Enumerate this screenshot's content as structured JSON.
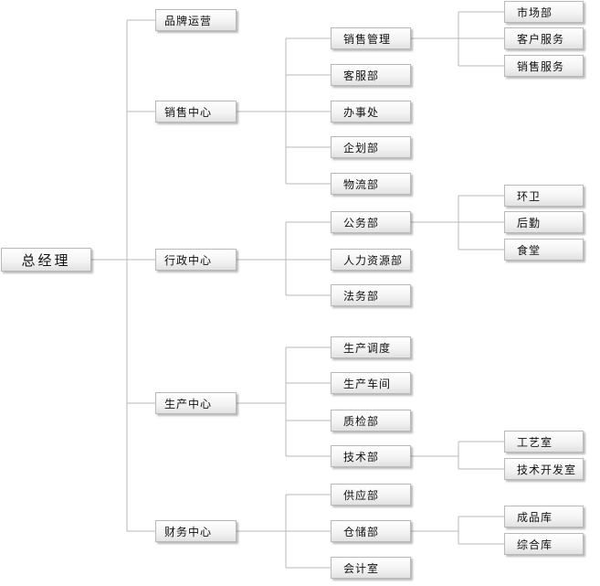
{
  "root": {
    "label": "总经理"
  },
  "level1": [
    {
      "id": "brand",
      "label": "品牌运营"
    },
    {
      "id": "sales",
      "label": "销售中心"
    },
    {
      "id": "admin",
      "label": "行政中心"
    },
    {
      "id": "production",
      "label": "生产中心"
    },
    {
      "id": "finance",
      "label": "财务中心"
    }
  ],
  "level2": [
    {
      "id": "sales_mgmt",
      "label": "销售管理",
      "parent": "sales"
    },
    {
      "id": "customer_svc",
      "label": "客服部",
      "parent": "sales"
    },
    {
      "id": "office",
      "label": "办事处",
      "parent": "sales"
    },
    {
      "id": "planning",
      "label": "企划部",
      "parent": "sales"
    },
    {
      "id": "logistics",
      "label": "物流部",
      "parent": "sales"
    },
    {
      "id": "general_affairs",
      "label": "公务部",
      "parent": "admin"
    },
    {
      "id": "hr",
      "label": "人力资源部",
      "parent": "admin"
    },
    {
      "id": "legal",
      "label": "法务部",
      "parent": "admin"
    },
    {
      "id": "scheduling",
      "label": "生产调度",
      "parent": "production"
    },
    {
      "id": "workshop",
      "label": "生产车间",
      "parent": "production"
    },
    {
      "id": "qc",
      "label": "质检部",
      "parent": "production"
    },
    {
      "id": "tech",
      "label": "技术部",
      "parent": "production"
    },
    {
      "id": "supply",
      "label": "供应部",
      "parent": "finance"
    },
    {
      "id": "warehouse",
      "label": "仓储部",
      "parent": "finance"
    },
    {
      "id": "accounting",
      "label": "会计室",
      "parent": "finance"
    }
  ],
  "level3": [
    {
      "id": "marketing",
      "label": "市场部",
      "parent": "sales_mgmt"
    },
    {
      "id": "cust_service",
      "label": "客户服务",
      "parent": "sales_mgmt"
    },
    {
      "id": "sales_service",
      "label": "销售服务",
      "parent": "sales_mgmt"
    },
    {
      "id": "sanitation",
      "label": "环卫",
      "parent": "general_affairs"
    },
    {
      "id": "logistics_support",
      "label": "后勤",
      "parent": "general_affairs"
    },
    {
      "id": "canteen",
      "label": "食堂",
      "parent": "general_affairs"
    },
    {
      "id": "process_room",
      "label": "工艺室",
      "parent": "tech"
    },
    {
      "id": "tech_dev_room",
      "label": "技术开发室",
      "parent": "tech"
    },
    {
      "id": "finished_goods",
      "label": "成品库",
      "parent": "warehouse"
    },
    {
      "id": "general_store",
      "label": "综合库",
      "parent": "warehouse"
    }
  ]
}
